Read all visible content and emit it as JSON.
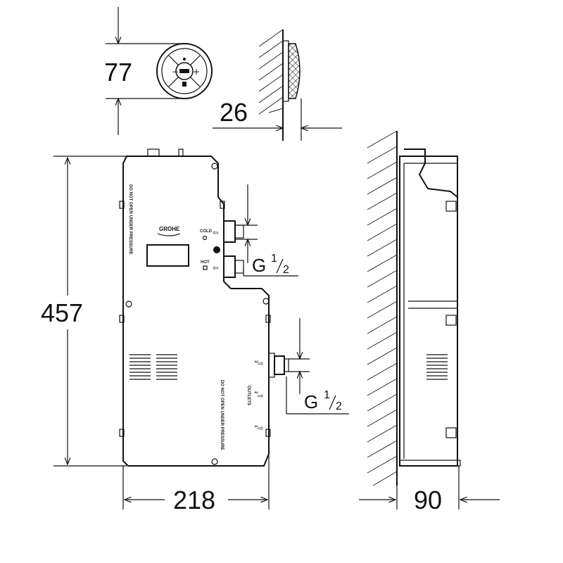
{
  "dimensions": {
    "control_diameter": "77",
    "control_depth": "26",
    "box_height": "457",
    "box_width": "218",
    "box_depth": "90"
  },
  "connections": {
    "inlet_thread": "G",
    "inlet_sup": "1",
    "inlet_sub": "2",
    "outlet_thread": "G",
    "outlet_sup": "1",
    "outlet_sub": "2"
  },
  "labels": {
    "cold": "COLD",
    "hot": "HOT",
    "outlets": "OUTLETS",
    "outlet_1": "1",
    "outlet_2": "2",
    "outlet_3": "3",
    "brand": "GROHE",
    "warning": "DO NOT OPEN UNDER PRESSURE",
    "button_minus": "−",
    "button_plus": "+"
  }
}
